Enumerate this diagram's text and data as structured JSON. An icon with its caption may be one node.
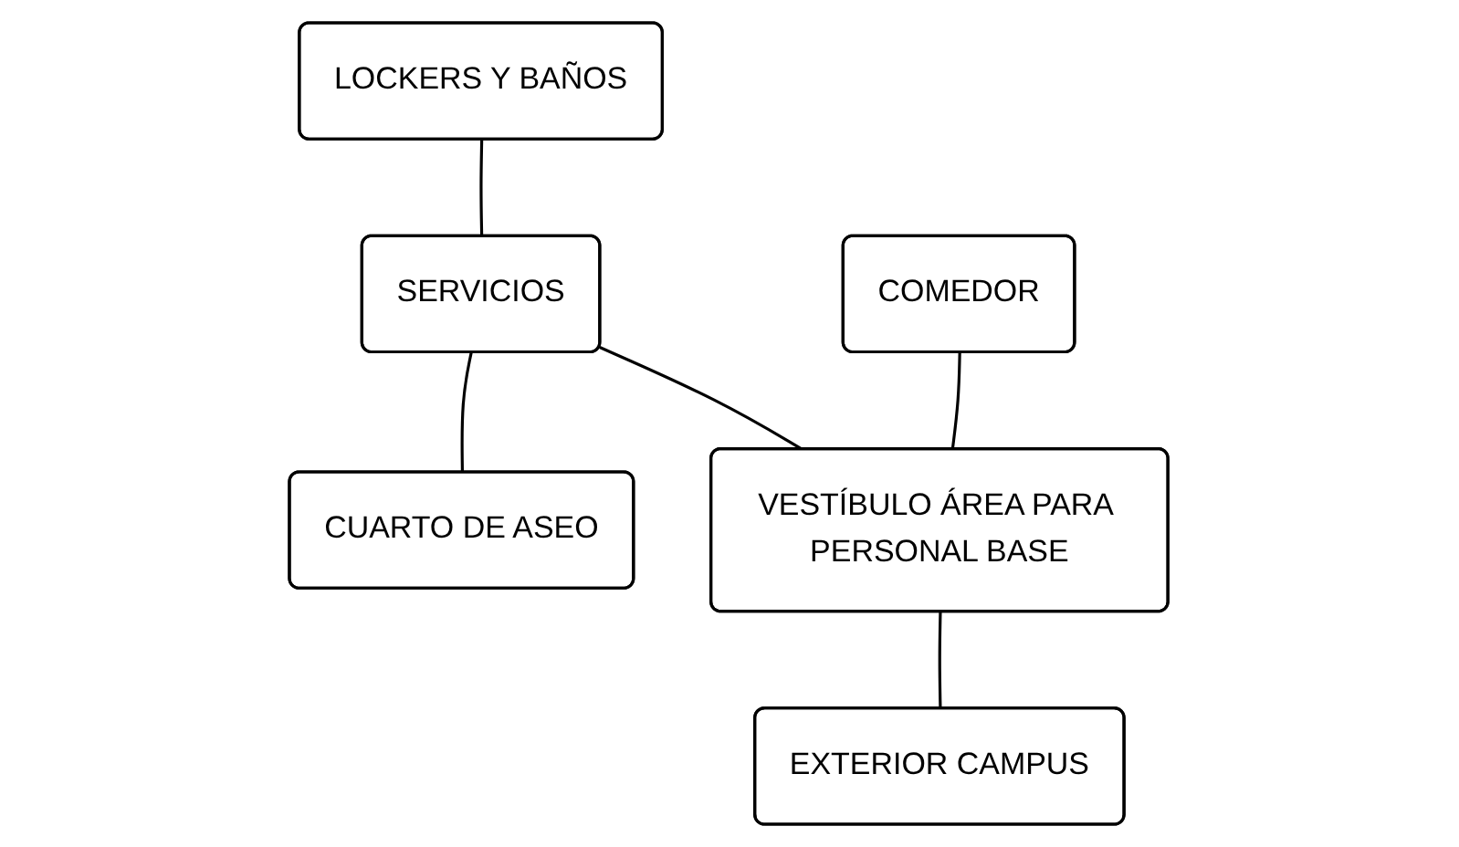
{
  "diagram": {
    "nodes": [
      {
        "text": [
          "LOCKERS Y BAÑOS"
        ]
      },
      {
        "text": [
          "SERVICIOS"
        ]
      },
      {
        "text": [
          "CUARTO DE ASEO"
        ]
      },
      {
        "text": [
          "COMEDOR"
        ]
      },
      {
        "text": [
          "VESTÍBULO ÁREA PARA PERSONAL BASE"
        ]
      },
      {
        "text": [
          "EXTERIOR CAMPUS"
        ]
      }
    ],
    "edges": [
      {
        "from": 0,
        "to": 1,
        "arrow": "none"
      },
      {
        "from": 1,
        "to": 2,
        "arrow": "none"
      },
      {
        "from": 1,
        "to": 4,
        "arrow": "none"
      },
      {
        "from": 3,
        "to": 4,
        "arrow": "none"
      },
      {
        "from": 4,
        "to": 5,
        "arrow": "none"
      }
    ]
  }
}
